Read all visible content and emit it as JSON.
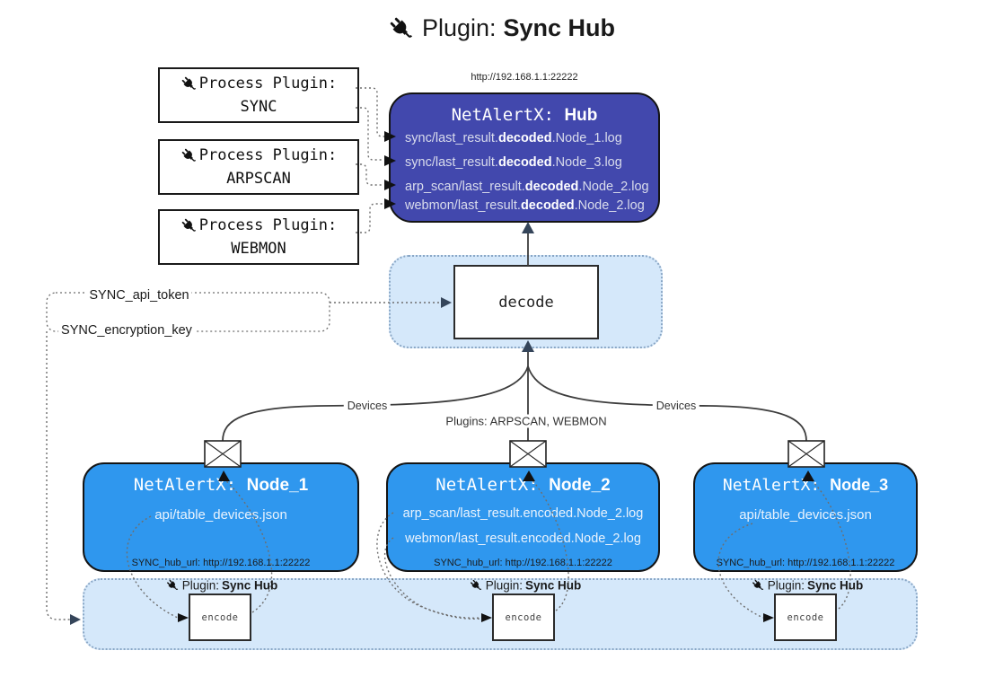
{
  "title": {
    "prefix": "Plugin:",
    "name": "Sync Hub"
  },
  "process_plugins": [
    {
      "label": "Process Plugin:",
      "name": "SYNC"
    },
    {
      "label": "Process Plugin:",
      "name": "ARPSCAN"
    },
    {
      "label": "Process Plugin:",
      "name": "WEBMON"
    }
  ],
  "hub": {
    "url": "http://192.168.1.1:22222",
    "title_prefix": "NetAlertX: ",
    "title_name": "Hub",
    "logs": [
      {
        "pre": "sync/last_result.",
        "bold": "decoded",
        "post": ".Node_1.log"
      },
      {
        "pre": "sync/last_result.",
        "bold": "decoded",
        "post": ".Node_3.log"
      },
      {
        "pre": "arp_scan/last_result.",
        "bold": "decoded",
        "post": ".Node_2.log"
      },
      {
        "pre": "webmon/last_result.",
        "bold": "decoded",
        "post": ".Node_2.log"
      }
    ]
  },
  "decode": {
    "label": "decode"
  },
  "secrets": {
    "token": "SYNC_api_token",
    "key": "SYNC_encryption_key"
  },
  "edge_labels": {
    "devices_left": "Devices",
    "devices_right": "Devices",
    "plugins_center": "Plugins: ARPSCAN, WEBMON"
  },
  "nodes": [
    {
      "title_prefix": "NetAlertX: ",
      "title_name": "Node_1",
      "lines": [
        "api/table_devices.json"
      ],
      "hub_url": "SYNC_hub_url: http://192.168.1.1:22222"
    },
    {
      "title_prefix": "NetAlertX: ",
      "title_name": "Node_2",
      "lines": [
        "arp_scan/last_result.encoded.Node_2.log",
        "webmon/last_result.encoded.Node_2.log"
      ],
      "hub_url": "SYNC_hub_url: http://192.168.1.1:22222"
    },
    {
      "title_prefix": "NetAlertX: ",
      "title_name": "Node_3",
      "lines": [
        "api/table_devices.json"
      ],
      "hub_url": "SYNC_hub_url: http://192.168.1.1:22222"
    }
  ],
  "encoders": [
    {
      "plugin_prefix": "Plugin:",
      "plugin_name": "Sync Hub",
      "label": "encode"
    },
    {
      "plugin_prefix": "Plugin:",
      "plugin_name": "Sync Hub",
      "label": "encode"
    },
    {
      "plugin_prefix": "Plugin:",
      "plugin_name": "Sync Hub",
      "label": "encode"
    }
  ],
  "colors": {
    "hub_fill": "#4248ad",
    "node_fill": "#2f97ee",
    "band_fill": "#d5e8fa",
    "band_border": "#8aa7c6",
    "edge": "#3d3d3d",
    "arrow": "#35455a",
    "dotted": "#6e6e6e",
    "box_border": "#141414"
  }
}
